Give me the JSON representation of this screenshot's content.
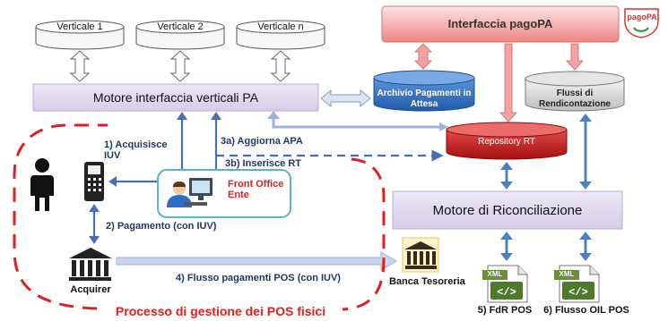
{
  "diagram": {
    "verticals": [
      "Verticale 1",
      "Verticale 2",
      "Verticale n"
    ],
    "pagopa_interface": "Interfaccia pagoPA",
    "pagopa_logo": "pagoPA",
    "engine_pa": "Motore interfaccia verticali PA",
    "archive_line1": "Archivio Pagamenti in",
    "archive_line2": "Attesa",
    "flows_line1": "Flussi di",
    "flows_line2": "Rendicontazione",
    "repository": "Repository RT",
    "reconciliation": "Motore di Riconciliazione",
    "step1_line1": "1) Acquisisce",
    "step1_line2": "IUV",
    "step3a": "3a) Aggiorna APA",
    "step3b": "3b) Inserisce RT",
    "front_office_line1": "Front Office",
    "front_office_line2": "Ente",
    "step2": "2) Pagamento (con IUV)",
    "acquirer": "Acquirer",
    "step4": "4) Flusso pagamenti POS (con IUV)",
    "bank": "Banca Tesoreria",
    "xml_label": "XML",
    "fdr": "5) FdR POS",
    "oil": "6) Flusso OIL POS",
    "process_title": "Processo di gestione dei POS fisici",
    "colors": {
      "accent_red": "#e0201c",
      "lavender": "#ddd6ee",
      "pink_top": "#fadcdc",
      "pink_bottom": "#ee8080",
      "blue_db": "#2d6fc4",
      "red_db": "#c01818",
      "dark_blue_text": "#1f3864",
      "teal_border": "#5ab4c8"
    }
  }
}
